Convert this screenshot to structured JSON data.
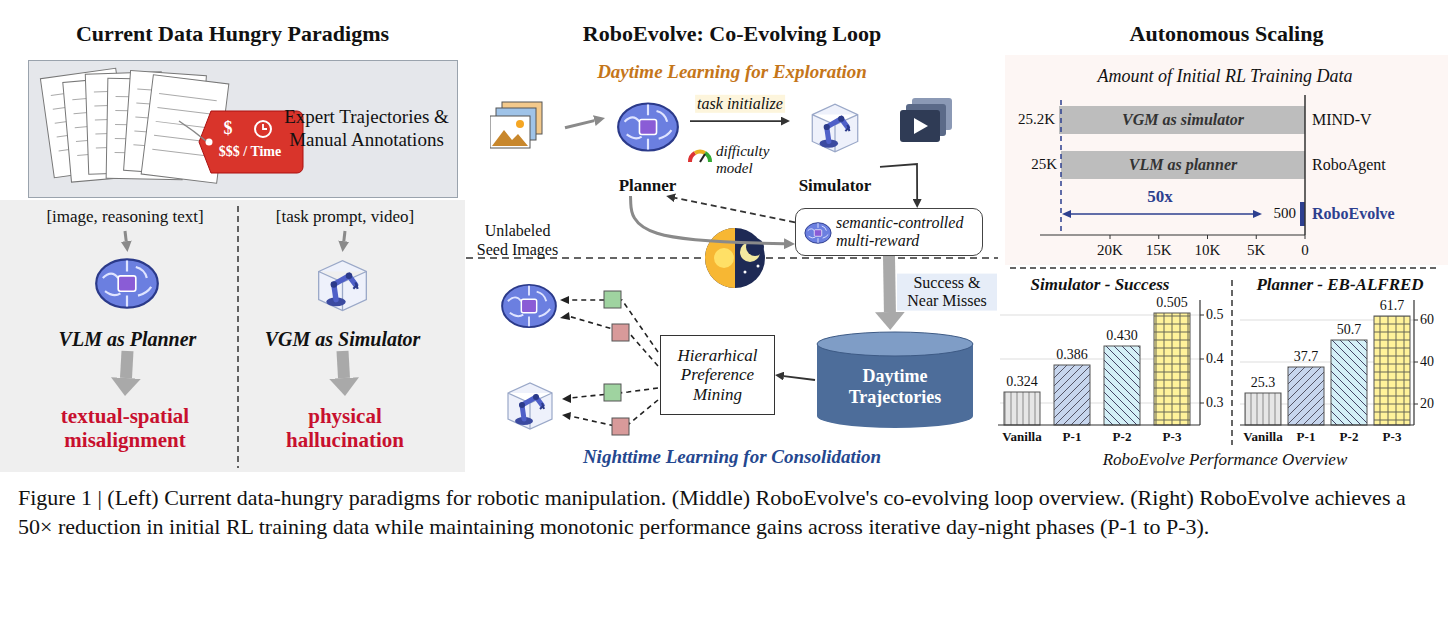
{
  "diagram": {
    "caption": "Figure 1 | (Left) Current data-hungry paradigms for robotic manipulation. (Middle) RoboEvolve's co-evolving loop overview. (Right) RoboEvolve achieves a 50× reduction in initial RL training data while maintaining monotonic performance gains across iterative day-night phases (P-1 to P-3).",
    "nodes": [
      {
        "text": [
          "Current Data Hungry Paradigms"
        ]
      },
      {
        "text": [
          "Expert Trajectories & Manual Annotations"
        ],
        "in": 0
      },
      {
        "text": [
          "[image, reasoning text]"
        ],
        "in": 0
      },
      {
        "text": [
          "VLM as Planner"
        ],
        "in": 0
      },
      {
        "text": [
          "textual-spatial misalignment"
        ],
        "in": 0
      },
      {
        "text": [
          "[task prompt, video]"
        ],
        "in": 0
      },
      {
        "text": [
          "VGM as Simulator"
        ],
        "in": 0
      },
      {
        "text": [
          "physical hallucination"
        ],
        "in": 0
      },
      {
        "text": [
          "RoboEvolve: Co-Evolving Loop"
        ]
      },
      {
        "text": [
          "Daytime Learning for Exploration"
        ],
        "in": 8
      },
      {
        "text": [
          "Unlabeled Seed Images"
        ],
        "in": 9
      },
      {
        "text": [
          "Planner"
        ],
        "in": 9
      },
      {
        "text": [
          "Simulator"
        ],
        "in": 9
      },
      {
        "text": [
          "semantic-controlled multi-reward"
        ],
        "in": 9
      },
      {
        "text": [
          "Nighttime Learning for Consolidation"
        ],
        "in": 8
      },
      {
        "text": [
          "Daytime Trajectories"
        ],
        "in": 14
      },
      {
        "text": [
          "Hierarhical Preference Mining"
        ],
        "in": 14
      },
      {
        "text": [
          "Autonomous Scaling"
        ]
      }
    ],
    "edges": [
      {
        "from": 2,
        "to": 3,
        "arrow": "to"
      },
      {
        "from": 3,
        "to": 4,
        "arrow": "to"
      },
      {
        "from": 5,
        "to": 6,
        "arrow": "to"
      },
      {
        "from": 6,
        "to": 7,
        "arrow": "to"
      },
      {
        "from": 10,
        "to": 11,
        "arrow": "to"
      },
      {
        "from": 11,
        "to": 12,
        "label": "task initialize",
        "arrow": "to"
      },
      {
        "from": 12,
        "to": 13,
        "arrow": "to"
      },
      {
        "from": 13,
        "to": 11,
        "arrow": "to"
      },
      {
        "from": 11,
        "to": 13,
        "arrow": "to"
      },
      {
        "from": 13,
        "to": 15,
        "label": "Success & Near Misses",
        "arrow": "to"
      },
      {
        "from": 15,
        "to": 16,
        "arrow": "to"
      }
    ],
    "labels": [
      "$",
      "$$$ / Time",
      "difficulty model",
      "Amount of Initial RL Training Data",
      "25.2K",
      "VGM as simulator",
      "MIND-V",
      "25K",
      "VLM as planner",
      "RoboAgent",
      "50x",
      "500",
      "RoboEvolve",
      "20K",
      "15K",
      "10K",
      "5K",
      "0",
      "Simulator - Success",
      "0.324",
      "0.386",
      "0.430",
      "0.505",
      "0.3",
      "0.4",
      "0.5",
      "Vanilla",
      "P-1",
      "P-2",
      "P-3",
      "Planner - EB-ALFRED",
      "25.3",
      "37.7",
      "50.7",
      "61.7",
      "20",
      "40",
      "60",
      "Vanilla",
      "P-1",
      "P-2",
      "P-3",
      "RoboEvolve Performance Overview"
    ]
  }
}
